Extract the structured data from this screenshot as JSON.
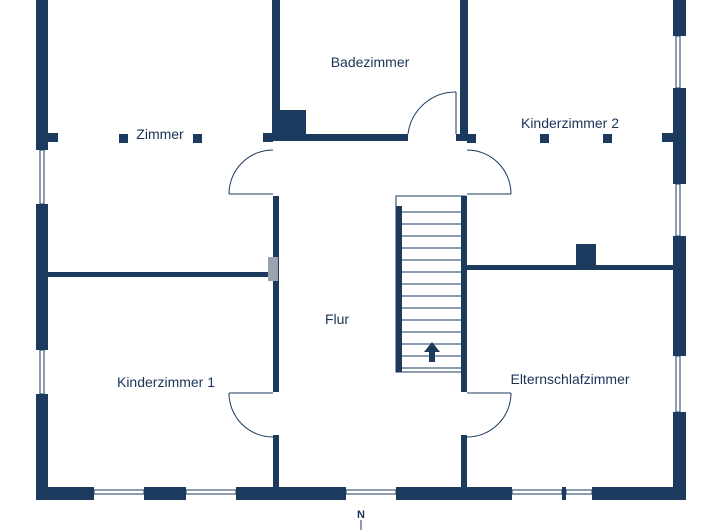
{
  "colors": {
    "wall": "#1b3a5e",
    "line": "#1b3a5e",
    "window": "#ffffff"
  },
  "rooms": {
    "badezimmer": "Badezimmer",
    "zimmer": "Zimmer",
    "kinderzimmer2": "Kinderzimmer 2",
    "flur": "Flur",
    "kinderzimmer1": "Kinderzimmer 1",
    "elternschlafzimmer": "Elternschlafzimmer"
  },
  "compass": {
    "label": "N"
  },
  "stairs": {
    "direction": "up",
    "icon": "arrow-up-icon"
  }
}
